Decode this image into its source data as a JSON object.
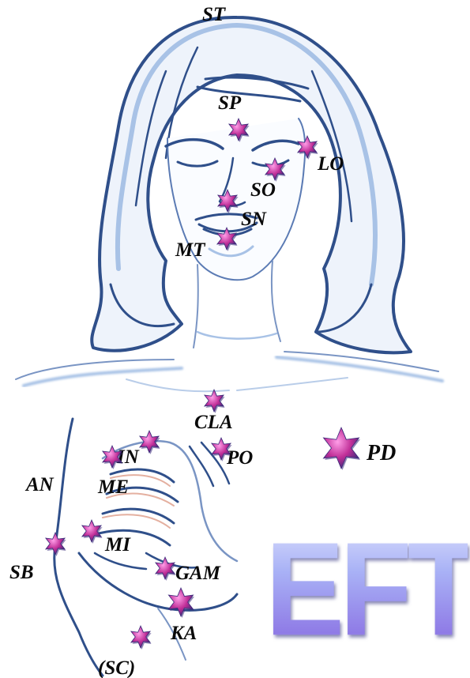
{
  "points": [
    {
      "id": "st",
      "label": "ST",
      "star": false
    },
    {
      "id": "sp",
      "label": "SP",
      "star": true
    },
    {
      "id": "lo",
      "label": "LO",
      "star": true
    },
    {
      "id": "so",
      "label": "SO",
      "star": true
    },
    {
      "id": "sn",
      "label": "SN",
      "star": true
    },
    {
      "id": "mt",
      "label": "MT",
      "star": true
    },
    {
      "id": "cla",
      "label": "CLA",
      "star": true
    },
    {
      "id": "in",
      "label": "IN",
      "star": true
    },
    {
      "id": "po",
      "label": "PO",
      "star": true
    },
    {
      "id": "pd",
      "label": "PD",
      "star": true
    },
    {
      "id": "an",
      "label": "AN",
      "star": false
    },
    {
      "id": "me",
      "label": "ME",
      "star": true
    },
    {
      "id": "mi",
      "label": "MI",
      "star": true
    },
    {
      "id": "sb",
      "label": "SB",
      "star": true
    },
    {
      "id": "gam",
      "label": "GAM",
      "star": true
    },
    {
      "id": "ka",
      "label": "KA",
      "star": true
    },
    {
      "id": "sc",
      "label": "(SC)",
      "star": true
    }
  ],
  "logo": {
    "text": "EFT"
  },
  "colors": {
    "star_fill": "#c02e97",
    "star_light": "#ff9ee8",
    "star_dark": "#3a2a7a",
    "outline": "#2f4f8a",
    "shadow": "#a8c2e6"
  }
}
